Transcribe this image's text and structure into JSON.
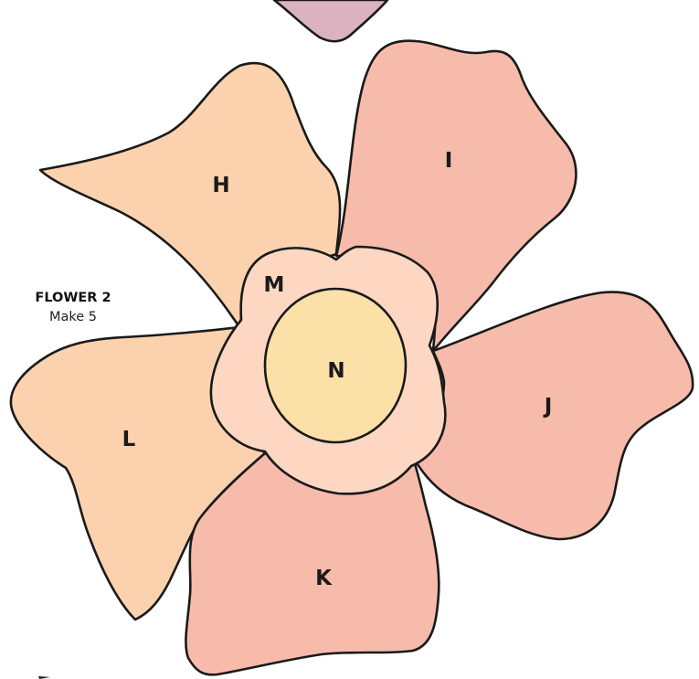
{
  "block": {
    "title": "FLOWER 2",
    "instruction": "Make 5"
  },
  "pieces": {
    "H": "H",
    "I": "I",
    "J": "J",
    "K": "K",
    "L": "L",
    "M": "M",
    "N": "N"
  },
  "colors": {
    "outline": "#1a1a1a",
    "peach_petal": "#fbd2ad",
    "pink_petal": "#f7bbab",
    "flower_ring": "#fdd7c1",
    "flower_center": "#fbe0a8",
    "partial_petal": "#dcb2c0"
  }
}
